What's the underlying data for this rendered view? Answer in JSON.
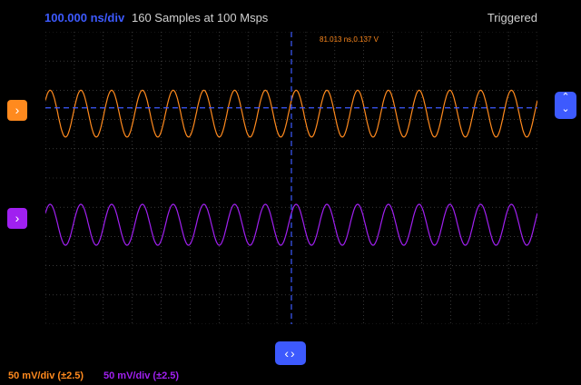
{
  "header": {
    "timebase": "100.000 ns/div",
    "samples": "160  Samples at 100 Msps",
    "status": "Triggered"
  },
  "cursor_readout": "81.013 ns,0.137 V",
  "channels": [
    {
      "name": "ch1",
      "color": "#ff8a1e",
      "scale_label": "50 mV/div (±2.5)",
      "button_icon": "chevron-right-icon"
    },
    {
      "name": "ch2",
      "color": "#a020f0",
      "scale_label": "50 mV/div (±2.5)",
      "button_icon": "chevron-right-icon"
    }
  ],
  "controls": {
    "trigger_icon_up": "⌃",
    "trigger_icon_down": "⌄",
    "time_icon": "‹›",
    "ch_icon": "›"
  },
  "colors": {
    "accent": "#3d5afe",
    "grid": "#5a5a5a",
    "background": "#000000"
  },
  "chart_data": {
    "type": "line",
    "grid": true,
    "divisions": {
      "x": 17,
      "y": 10
    },
    "series": [
      {
        "color": "#ff8a1e",
        "cycles": 16,
        "amplitude_div": 0.8,
        "center_div": 2.8
      },
      {
        "color": "#a020f0",
        "cycles": 16,
        "amplitude_div": 0.7,
        "center_div": 6.6
      }
    ]
  }
}
